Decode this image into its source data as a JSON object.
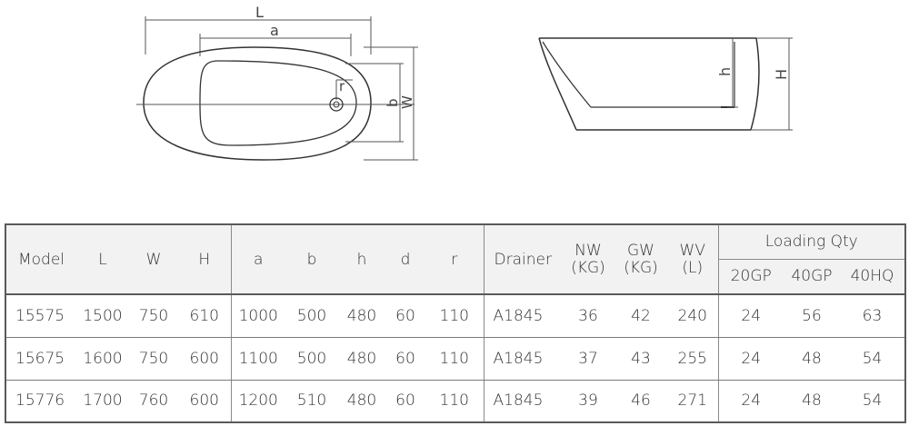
{
  "drawing_labels": {
    "L": "L",
    "a": "a",
    "r": "r",
    "b": "b",
    "W": "W",
    "h": "h",
    "H": "H"
  },
  "table": {
    "headers": {
      "model": "Model",
      "L": "L",
      "W": "W",
      "H": "H",
      "a": "a",
      "b": "b",
      "h": "h",
      "d": "d",
      "r": "r",
      "drainer": "Drainer",
      "nw_1": "NW",
      "nw_2": "(KG)",
      "gw_1": "GW",
      "gw_2": "(KG)",
      "wv_1": "WV",
      "wv_2": "(L)",
      "loading": "Loading Qty",
      "gp20": "20GP",
      "gp40": "40GP",
      "hq40": "40HQ"
    },
    "rows": [
      {
        "model": "15575",
        "L": "1500",
        "W": "750",
        "H": "610",
        "a": "1000",
        "b": "500",
        "h": "480",
        "d": "60",
        "r": "110",
        "drainer": "A1845",
        "nw": "36",
        "gw": "42",
        "wv": "240",
        "gp20": "24",
        "gp40": "56",
        "hq40": "63"
      },
      {
        "model": "15675",
        "L": "1600",
        "W": "750",
        "H": "600",
        "a": "1100",
        "b": "500",
        "h": "480",
        "d": "60",
        "r": "110",
        "drainer": "A1845",
        "nw": "37",
        "gw": "43",
        "wv": "255",
        "gp20": "24",
        "gp40": "48",
        "hq40": "54"
      },
      {
        "model": "15776",
        "L": "1700",
        "W": "760",
        "H": "600",
        "a": "1200",
        "b": "510",
        "h": "480",
        "d": "60",
        "r": "110",
        "drainer": "A1845",
        "nw": "39",
        "gw": "46",
        "wv": "271",
        "gp20": "24",
        "gp40": "48",
        "hq40": "54"
      }
    ]
  }
}
